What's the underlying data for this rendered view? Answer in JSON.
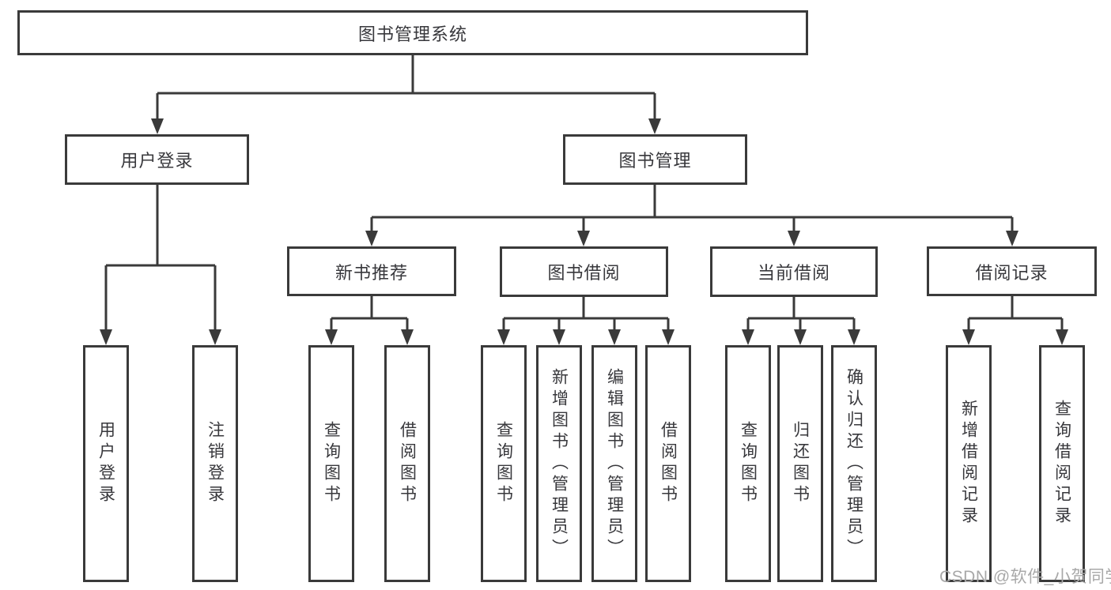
{
  "diagram": {
    "root": {
      "label": "图书管理系统"
    },
    "branches": [
      {
        "label": "用户登录",
        "children": [
          {
            "label": "用户登录"
          },
          {
            "label": "注销登录"
          }
        ]
      },
      {
        "label": "图书管理",
        "sections": [
          {
            "label": "新书推荐",
            "children": [
              {
                "label": "查询图书"
              },
              {
                "label": "借阅图书"
              }
            ]
          },
          {
            "label": "图书借阅",
            "children": [
              {
                "label": "查询图书"
              },
              {
                "label": "新增图书（管理员）"
              },
              {
                "label": "编辑图书（管理员）"
              },
              {
                "label": "借阅图书"
              }
            ]
          },
          {
            "label": "当前借阅",
            "children": [
              {
                "label": "查询图书"
              },
              {
                "label": "归还图书"
              },
              {
                "label": "确认归还（管理员）"
              }
            ]
          },
          {
            "label": "借阅记录",
            "children": [
              {
                "label": "新增借阅记录"
              },
              {
                "label": "查询借阅记录"
              }
            ]
          }
        ]
      }
    ]
  },
  "watermark": {
    "text": "CSDN @软件_小贺同学"
  },
  "colors": {
    "line": "#3a3a3a",
    "box_border": "#3a3a3a",
    "text": "#38383c",
    "watermark": "#a8a8a8",
    "background": "#ffffff"
  }
}
